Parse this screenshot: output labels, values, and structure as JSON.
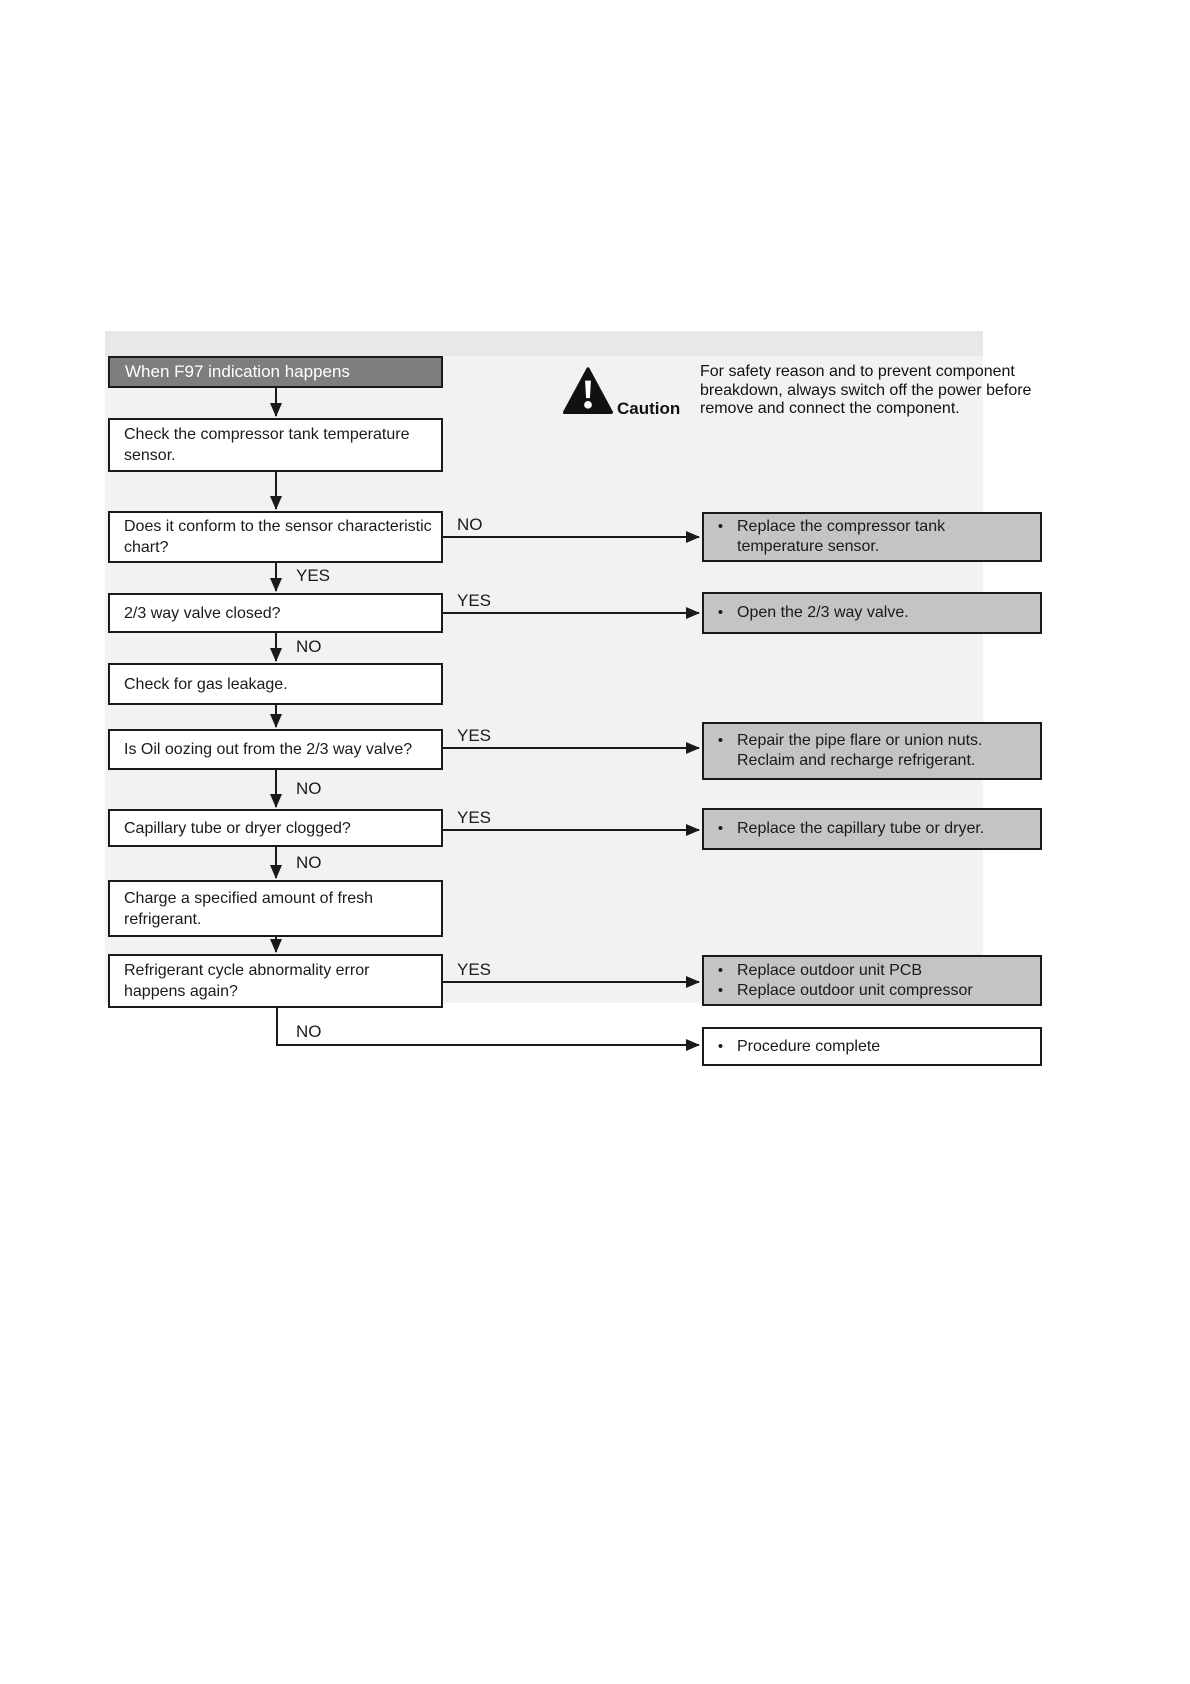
{
  "figure": {
    "title": "When F97 indication happens",
    "labels": {
      "yes": "YES",
      "no": "NO"
    },
    "steps": [
      "Check the compressor tank temperature sensor.",
      "Does it conform to the sensor characteristic chart?",
      "2/3 way valve closed?",
      "Check for gas leakage.",
      "Is Oil oozing out from the 2/3 way valve?",
      "Capillary tube or dryer clogged?",
      "Charge a specified amount of fresh refrigerant.",
      "Refrigerant cycle abnormality error happens again?"
    ],
    "bullet": "•",
    "actions": [
      {
        "style": "gray",
        "items": [
          "Replace the compressor tank temperature sensor."
        ]
      },
      {
        "style": "gray",
        "items": [
          "Open the 2/3 way valve."
        ]
      },
      {
        "style": "gray",
        "items": [
          "Repair the pipe flare or union nuts. Reclaim and recharge refrigerant."
        ]
      },
      {
        "style": "gray",
        "items": [
          "Replace the capillary tube or dryer."
        ]
      },
      {
        "style": "gray",
        "items": [
          "Replace outdoor unit PCB",
          "Replace outdoor unit compressor"
        ]
      },
      {
        "style": "white",
        "items": [
          "Procedure complete"
        ]
      }
    ],
    "caution": {
      "label": "Caution",
      "text": "For safety reason and to prevent component breakdown, always switch off the power before remove and connect the component."
    },
    "colors": {
      "title_bg": "#7e7e7e",
      "title_text": "#ffffff",
      "action_gray_bg": "#c4c4c4",
      "line": "#1a1a1a",
      "wash": "#f2f2f2"
    }
  }
}
